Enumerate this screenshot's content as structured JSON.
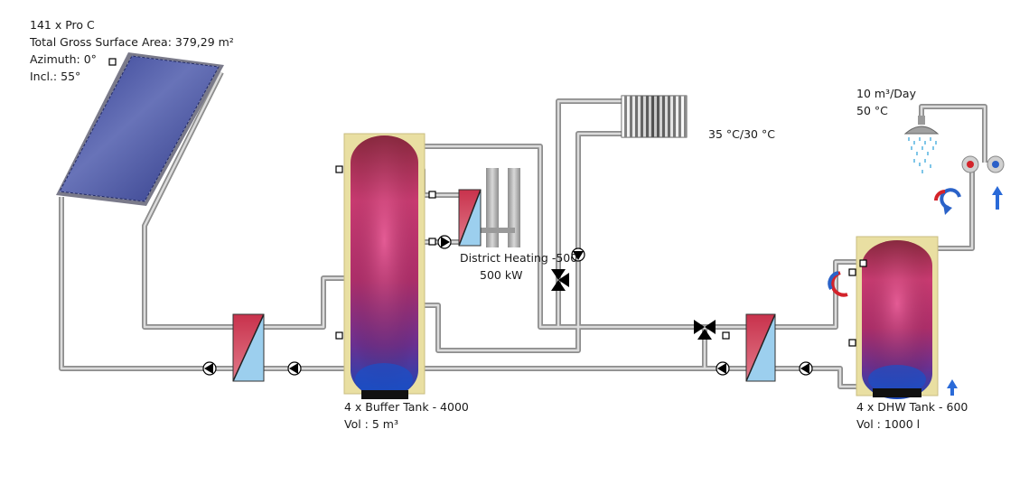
{
  "collector": {
    "type": "141 x Pro C",
    "area": "Total Gross Surface Area: 379,29 m²",
    "azimuth": "Azimuth: 0°",
    "inclination": "Incl.: 55°"
  },
  "buffer_tank": {
    "name": "4 x Buffer Tank - 4000",
    "volume": "Vol : 5 m³"
  },
  "district_heating": {
    "name": "District Heating -500",
    "power": "500 kW"
  },
  "radiator": {
    "temps": "35 °C/30 °C"
  },
  "dhw_consumption": {
    "flow": "10 m³/Day",
    "temp": "50 °C"
  },
  "dhw_tank": {
    "name": "4 x DHW Tank - 600",
    "volume": "Vol : 1000 l"
  },
  "colors": {
    "pipe_outer": "#8d8d8d",
    "pipe_inner": "#dcdcdc",
    "tank_jacket": "#e9dfa2",
    "collector_blue": "#4a57a8",
    "hot": "#c8324c",
    "cold": "#9ccfee"
  }
}
